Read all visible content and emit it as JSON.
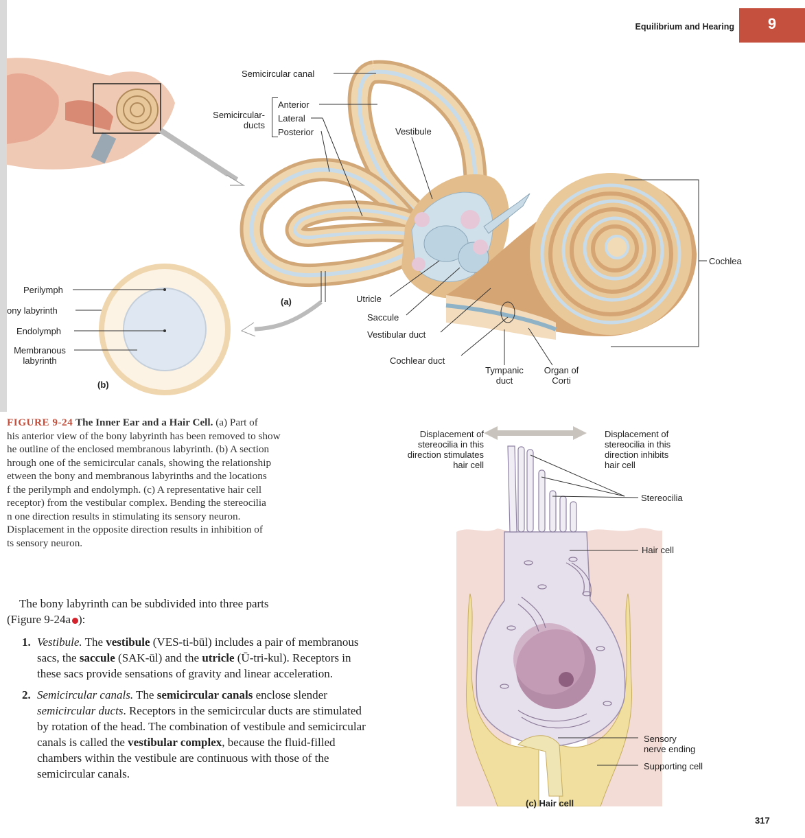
{
  "header": {
    "running_head": "Equilibrium and Hearing",
    "chapter_number": "9"
  },
  "figure_a": {
    "labels": {
      "semicircular_canal": "Semicircular canal",
      "semicircular_ducts": "Semicircular-\nducts",
      "anterior": "Anterior",
      "lateral": "Lateral",
      "posterior": "Posterior",
      "vestibule": "Vestibule",
      "cochlea": "Cochlea",
      "utricle": "Utricle",
      "saccule": "Saccule",
      "vestibular_duct": "Vestibular duct",
      "cochlear_duct": "Cochlear duct",
      "tympanic_duct": "Tympanic\nduct",
      "organ_of_corti": "Organ of\nCorti",
      "panel": "(a)"
    }
  },
  "figure_b": {
    "labels": {
      "perilymph": "Perilymph",
      "bony_labyrinth": "ony labyrinth",
      "endolymph": "Endolymph",
      "membranous_labyrinth": "Membranous\nlabyrinth",
      "panel": "(b)"
    }
  },
  "figure_c": {
    "labels": {
      "displacement_left": "Displacement of\nstereocilia in this\ndirection stimulates\nhair cell",
      "displacement_right": "Displacement of\nstereocilia in this\ndirection inhibits\nhair cell",
      "stereocilia": "Stereocilia",
      "hair_cell": "Hair cell",
      "sensory_nerve_ending": "Sensory\nnerve ending",
      "supporting_cell": "Supporting cell",
      "panel": "(c) Hair cell"
    }
  },
  "caption": {
    "figure_number": "FIGURE 9-24",
    "title": "The Inner Ear and a Hair Cell.",
    "lines": [
      "his anterior view of the bony labyrinth has been removed to show",
      "he outline of the enclosed membranous labyrinth. (b) A section",
      "hrough one of the semicircular canals, showing the relationship",
      "etween the bony and membranous labyrinths and the locations",
      "f the perilymph and endolymph. (c) A representative hair cell",
      "receptor) from the vestibular complex. Bending the stereocilia",
      "n one direction results in stimulating its sensory neuron.",
      "Displacement in the opposite direction results in inhibition of",
      "ts sensory neuron."
    ],
    "first_line_tail": "(a) Part of"
  },
  "body": {
    "intro_line1": "The bony labyrinth can be subdivided into three parts",
    "intro_line2": "(Figure 9-24a",
    "intro_end": "):",
    "items": [
      {
        "num": "1.",
        "term": "Vestibule.",
        "text_before": " The ",
        "bold1": "vestibule",
        "text1": " (VES-ti-būl) includes a pair of membranous sacs, the ",
        "bold2": "saccule",
        "text2": " (SAK-ūl) and the ",
        "bold3": "utricle",
        "text3": " (Ū-tri-kul). Receptors in these sacs provide sensations of gravity and linear acceleration."
      },
      {
        "num": "2.",
        "term": "Semicircular canals.",
        "text_before": " The ",
        "bold1": "semicircular canals",
        "text1": " enclose slender ",
        "italic1": "semicircular ducts",
        "text2": ". Receptors in the semicircular ducts are stimulated by rotation of the head. The combination of vestibule and semicircular canals is called the ",
        "bold2": "vestibular complex",
        "text3": ", because the fluid-filled chambers within the vestibule are continuous with those of the semicircular canals."
      }
    ]
  },
  "footer": {
    "page_number": "317"
  },
  "colors": {
    "accent": "#c4503d",
    "bone": "#e9c89a",
    "membrane": "#cfe0ea",
    "tissue": "#f3d9d2"
  }
}
